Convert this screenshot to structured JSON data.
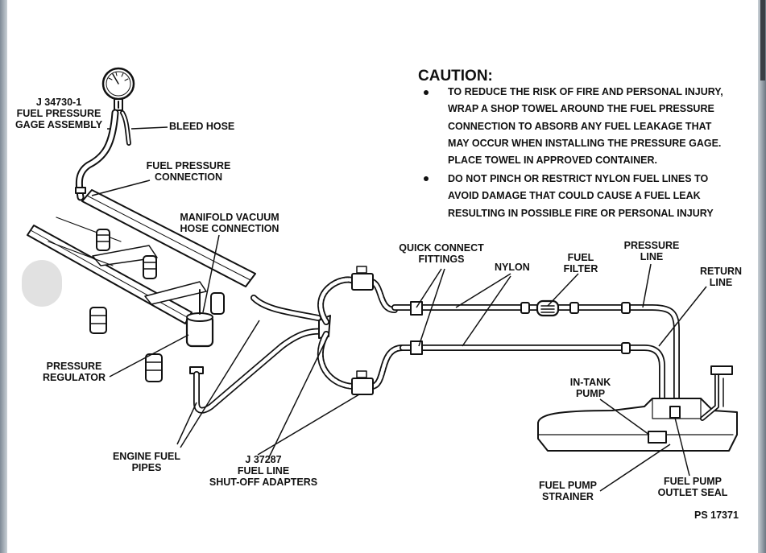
{
  "caution": {
    "title": "CAUTION:",
    "bullets": [
      [
        "TO REDUCE THE RISK OF FIRE AND PERSONAL INJURY,",
        "WRAP A SHOP TOWEL AROUND THE FUEL PRESSURE",
        "CONNECTION TO ABSORB ANY FUEL LEAKAGE THAT",
        "MAY OCCUR WHEN INSTALLING THE PRESSURE GAGE.",
        "PLACE TOWEL IN APPROVED CONTAINER."
      ],
      [
        "DO NOT PINCH OR RESTRICT NYLON FUEL LINES TO",
        "AVOID DAMAGE THAT COULD CAUSE A FUEL LEAK",
        "RESULTING IN POSSIBLE FIRE OR PERSONAL INJURY"
      ]
    ]
  },
  "labels": {
    "gage": [
      "J 34730-1",
      "FUEL PRESSURE",
      "GAGE ASSEMBLY"
    ],
    "bleed_hose": "BLEED HOSE",
    "fuel_pressure_connection": [
      "FUEL PRESSURE",
      "CONNECTION"
    ],
    "manifold_vacuum": [
      "MANIFOLD VACUUM",
      "HOSE CONNECTION"
    ],
    "pressure_regulator": [
      "PRESSURE",
      "REGULATOR"
    ],
    "engine_fuel_pipes": [
      "ENGINE FUEL",
      "PIPES"
    ],
    "shutoff_adapters": [
      "J 37287",
      "FUEL LINE",
      "SHUT-OFF ADAPTERS"
    ],
    "quick_connect": [
      "QUICK CONNECT",
      "FITTINGS"
    ],
    "nylon": "NYLON",
    "fuel_filter": [
      "FUEL",
      "FILTER"
    ],
    "pressure_line": [
      "PRESSURE",
      "LINE"
    ],
    "return_line": [
      "RETURN",
      "LINE"
    ],
    "in_tank_pump": [
      "IN-TANK",
      "PUMP"
    ],
    "fuel_pump_strainer": [
      "FUEL PUMP",
      "STRAINER"
    ],
    "fuel_pump_outlet_seal": [
      "FUEL PUMP",
      "OUTLET SEAL"
    ],
    "figure_number": "PS 17371"
  }
}
